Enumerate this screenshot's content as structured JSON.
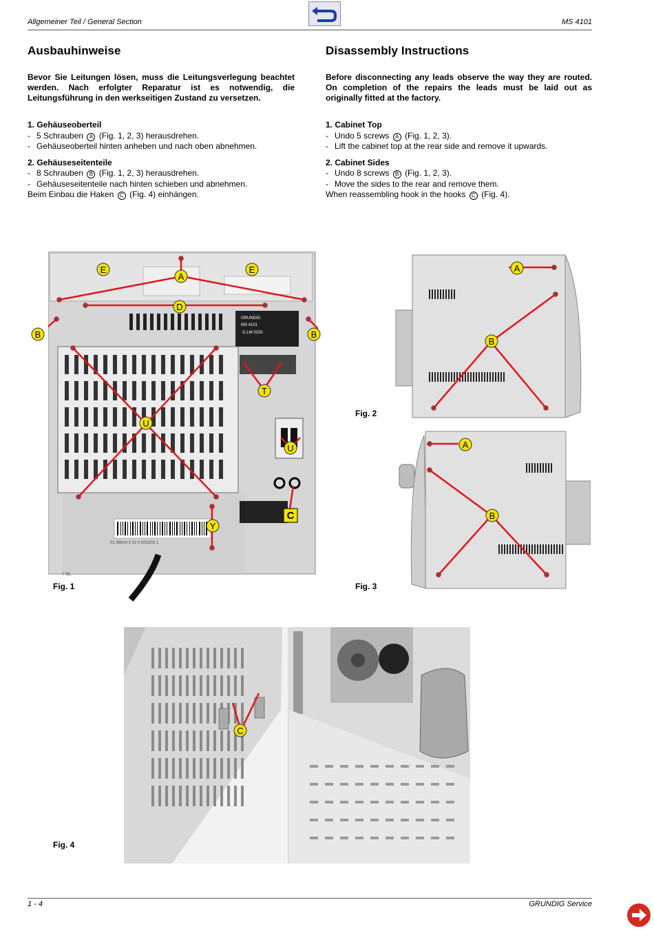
{
  "header": {
    "left": "Allgemeiner Teil / General Section",
    "right": "MS 4101"
  },
  "nav": {
    "back_icon": "return-arrow-icon",
    "next_icon": "next-page-arrow-icon",
    "accent": "#1a3fa0",
    "next_color": "#d42a1f"
  },
  "german": {
    "title": "Ausbauhinweise",
    "intro": "Bevor Sie Leitungen lösen, muss die Leitungsverlegung beachtet werden. Nach erfolgter Reparatur ist es notwendig, die Leitungsführung in den werkseitigen Zustand zu versetzen.",
    "s1_title": "1. Gehäuseoberteil",
    "s1_i1_a": "5 Schrauben",
    "s1_i1_mark": "A",
    "s1_i1_b": "(Fig. 1, 2, 3) herausdrehen.",
    "s1_i2": "Gehäuseoberteil hinten anheben und nach oben abnehmen.",
    "s2_title": "2. Gehäuseseitenteile",
    "s2_i1_a": "8 Schrauben",
    "s2_i1_mark": "B",
    "s2_i1_b": "(Fig. 1, 2, 3) herausdrehen.",
    "s2_i2": "Gehäuseseitenteile nach hinten schieben und abnehmen.",
    "s2_i3_a": "Beim Einbau die Haken",
    "s2_i3_mark": "C",
    "s2_i3_b": "(Fig. 4) einhängen."
  },
  "english": {
    "title": "Disassembly Instructions",
    "intro": "Before disconnecting any leads observe the way they are routed. On completion of the repairs the leads must be laid out as originally fitted at the factory.",
    "s1_title": "1. Cabinet Top",
    "s1_i1_a": "Undo 5 screws",
    "s1_i1_mark": "A",
    "s1_i1_b": "(Fig. 1, 2, 3).",
    "s1_i2": "Lift the cabinet top at the rear side and remove it upwards.",
    "s2_title": "2. Cabinet Sides",
    "s2_i1_a": "Undo 8 screws",
    "s2_i1_mark": "B",
    "s2_i1_b": "(Fig. 1, 2, 3).",
    "s2_i2": "Move the sides to the rear and remove them.",
    "s2_i3_a": "When reassembling hook in the hooks",
    "s2_i3_mark": "C",
    "s2_i3_b": "(Fig. 4)."
  },
  "dash": "-",
  "figures": {
    "fig1": {
      "caption": "Fig. 1",
      "markers": [
        "E",
        "A",
        "E",
        "D",
        "B",
        "B",
        "T",
        "U",
        "U",
        "Y",
        "C"
      ],
      "brand": "GRUNDIG",
      "model": "MS 4101",
      "code": "G.LM 0150",
      "barcode_text": "01 56614 0 52 0 001303 1",
      "photo_labels": [
        "7.5L"
      ]
    },
    "fig2": {
      "caption": "Fig. 2",
      "markers": [
        "A",
        "B"
      ]
    },
    "fig3": {
      "caption": "Fig. 3",
      "markers": [
        "A",
        "B"
      ]
    },
    "fig4": {
      "caption": "Fig. 4",
      "markers": [
        "C"
      ]
    }
  },
  "footer": {
    "left": "1 - 4",
    "right": "GRUNDIG Service"
  },
  "colors": {
    "marker_line": "#e0141e",
    "marker_fill": "#f2e400"
  }
}
